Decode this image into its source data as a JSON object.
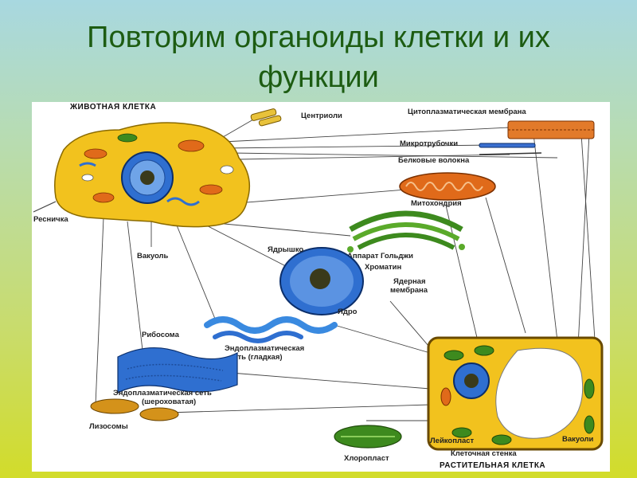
{
  "title": {
    "line1": "Повторим органоиды клетки и их",
    "line2": "функции"
  },
  "diagram": {
    "animal_cell": "ЖИВОТНАЯ КЛЕТКА",
    "plant_cell": "РАСТИТЕЛЬНАЯ КЛЕТКА",
    "labels": {
      "centrioles": "Центриоли",
      "cytoplasmic_membrane": "Цитоплазматическая мембрана",
      "microtubules": "Микротрубочки",
      "protein_fibers": "Белковые волокна",
      "mitochondria": "Митохондрия",
      "cilium": "Ресничка",
      "vacuole": "Вакуоль",
      "golgi": "Аппарат Гольджи",
      "nucleolus": "Ядрышко",
      "chromatin": "Хроматин",
      "nuclear_membrane_1": "Ядерная",
      "nuclear_membrane_2": "мембрана",
      "nucleus": "Ядро",
      "ribosome": "Рибосома",
      "smooth_er_1": "Эндоплазматическая",
      "smooth_er_2": "сеть (гладкая)",
      "rough_er_1": "Эндоплазматическая сеть",
      "rough_er_2": "(шероховатая)",
      "lysosomes": "Лизосомы",
      "leucoplast": "Лейкопласт",
      "vacuoles": "Вакуоли",
      "cell_wall": "Клеточная стенка",
      "chloroplast": "Хлоропласт"
    }
  },
  "colors": {
    "title": "#1d5c12",
    "cell_yellow": "#f2c21e",
    "mitochondria_orange": "#e06a1a",
    "nucleus_blue": "#2f6fd0",
    "chloroplast_green": "#3d8a1e"
  }
}
